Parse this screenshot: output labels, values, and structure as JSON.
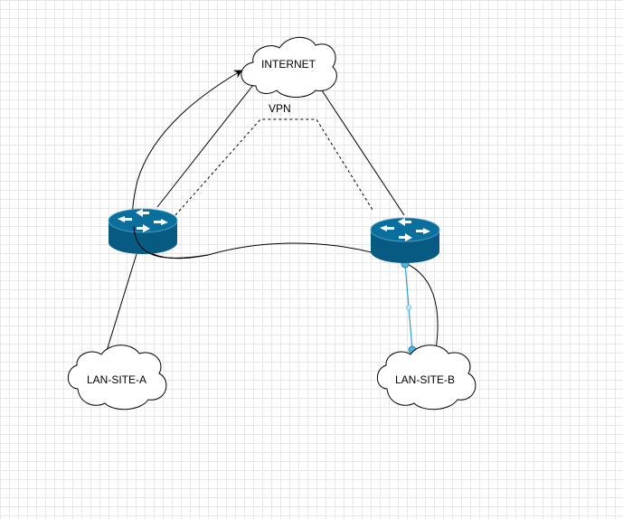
{
  "nodes": {
    "internet": {
      "label": "INTERNET"
    },
    "lan_site_a": {
      "label": "LAN-SITE-A"
    },
    "lan_site_b": {
      "label": "LAN-SITE-B"
    },
    "router_a": {
      "icon": "router-icon"
    },
    "router_b": {
      "icon": "router-icon"
    }
  },
  "links": {
    "vpn": {
      "label": "VPN"
    }
  },
  "colors": {
    "router_top": "#0a6f9c",
    "router_body": "#075a82",
    "selection": "#2f9fc9"
  }
}
